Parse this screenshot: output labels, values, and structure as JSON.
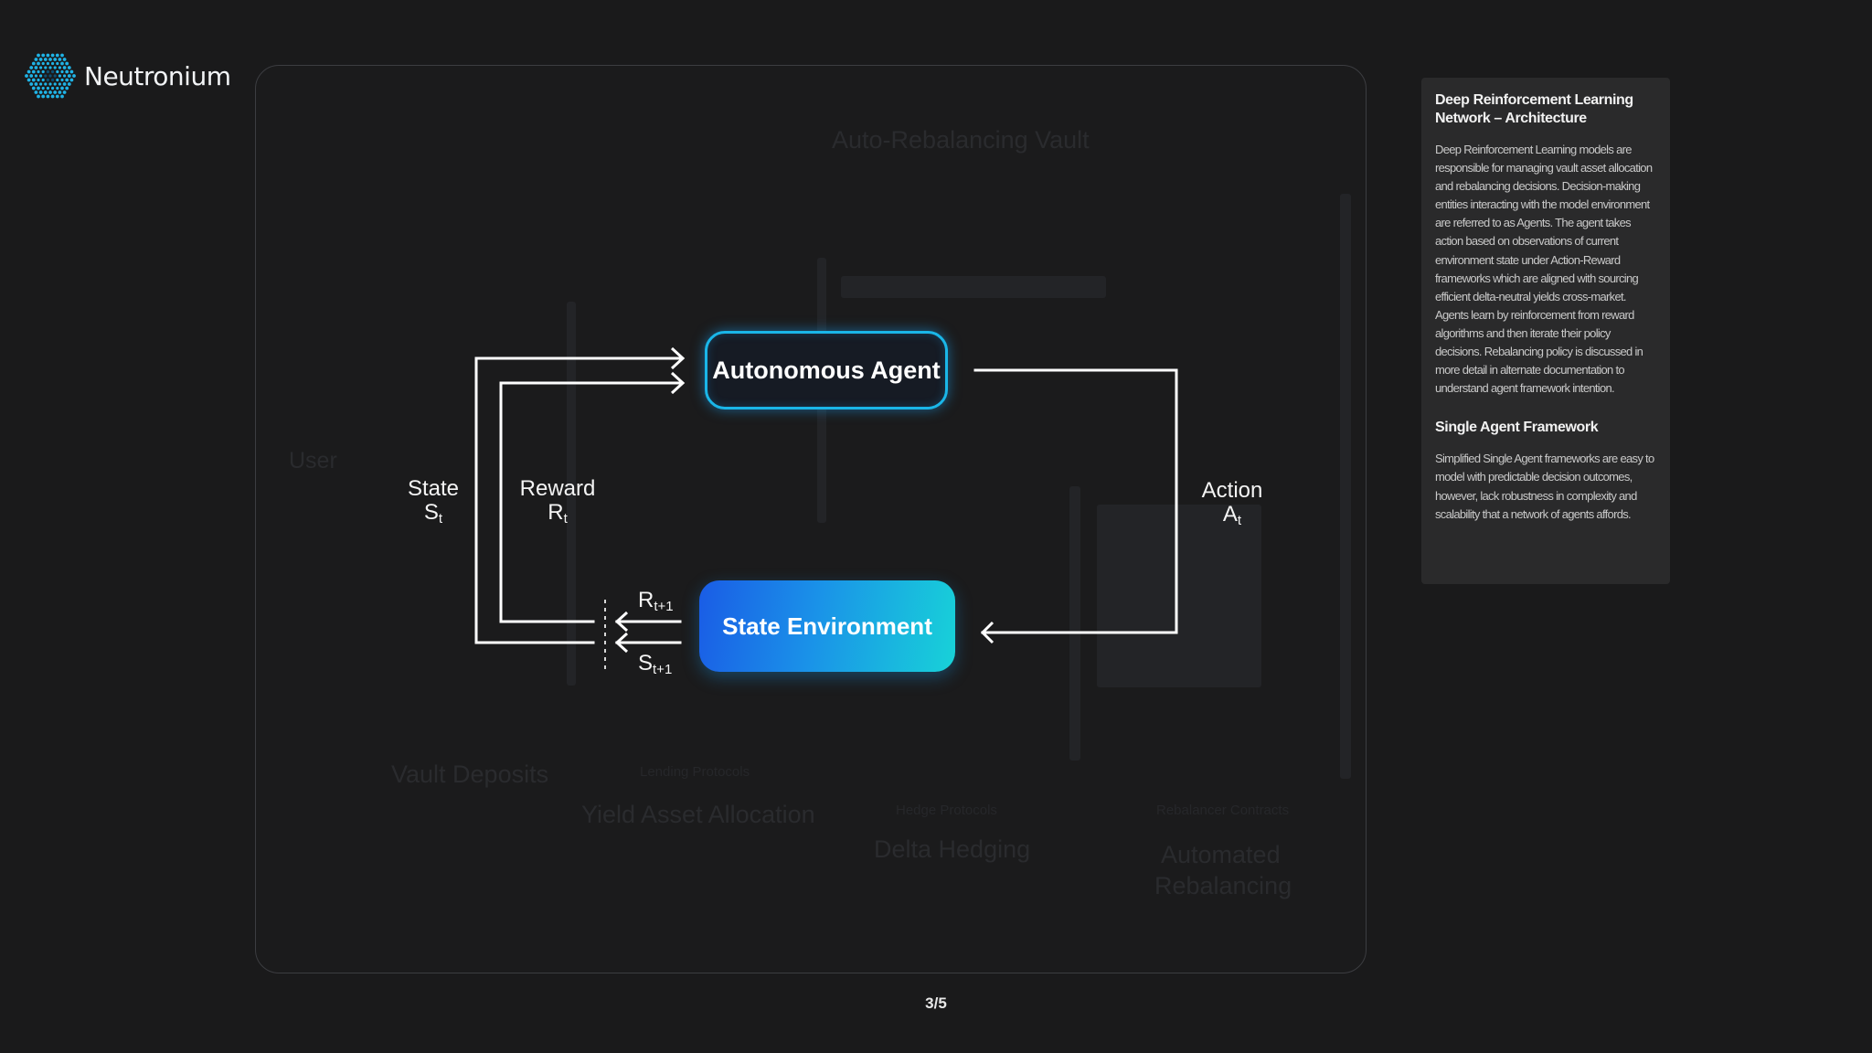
{
  "brand": {
    "name": "Neutronium",
    "logo_icon": "hex-dot-cluster-icon",
    "accent": "#1fb3e6"
  },
  "background_slide": {
    "title": "Auto-Rebalancing Vault",
    "user": "User",
    "vault_deposits": "Vault Deposits",
    "lending_protocols": "Lending Protocols",
    "yield_asset_allocation": "Yield Asset Allocation",
    "delta_hedging_caption": "Hedge Protocols",
    "delta_hedging": "Delta Hedging",
    "automated_caption": "Rebalancer Contracts",
    "automated_line1": "Automated",
    "automated_line2": "Rebalancing"
  },
  "diagram": {
    "agent": "Autonomous Agent",
    "environment": "State Environment",
    "state": {
      "word": "State",
      "symbol": "S",
      "sub": "t"
    },
    "reward": {
      "word": "Reward",
      "symbol": "R",
      "sub": "t"
    },
    "action": {
      "word": "Action",
      "symbol": "A",
      "sub": "t"
    },
    "next_reward": {
      "symbol": "R",
      "sub": "t+1"
    },
    "next_state": {
      "symbol": "S",
      "sub": "t+1"
    },
    "colors": {
      "agent_border": "#1ab6e8",
      "env_start": "#1a5ce6",
      "env_end": "#18d2d8"
    }
  },
  "panel": {
    "heading1": "Deep Reinforcement Learning Network – Architecture",
    "body1": "Deep Reinforcement Learning models are responsible for managing vault asset allocation and rebalancing decisions. Decision-making entities interacting with the model environment are referred to as Agents. The agent takes action based on observations of current environment state under Action-Reward frameworks which are aligned with sourcing efficient delta-neutral yields cross-market. Agents learn by reinforcement from reward algorithms and then iterate their policy decisions. Rebalancing policy is discussed in more detail in alternate documentation to understand agent framework intention.",
    "heading2": "Single Agent Framework",
    "body2": "Simplified Single Agent frameworks are easy to model with predictable decision outcomes, however, lack robustness in complexity and scalability that a network of agents affords."
  },
  "pager": "3/5"
}
